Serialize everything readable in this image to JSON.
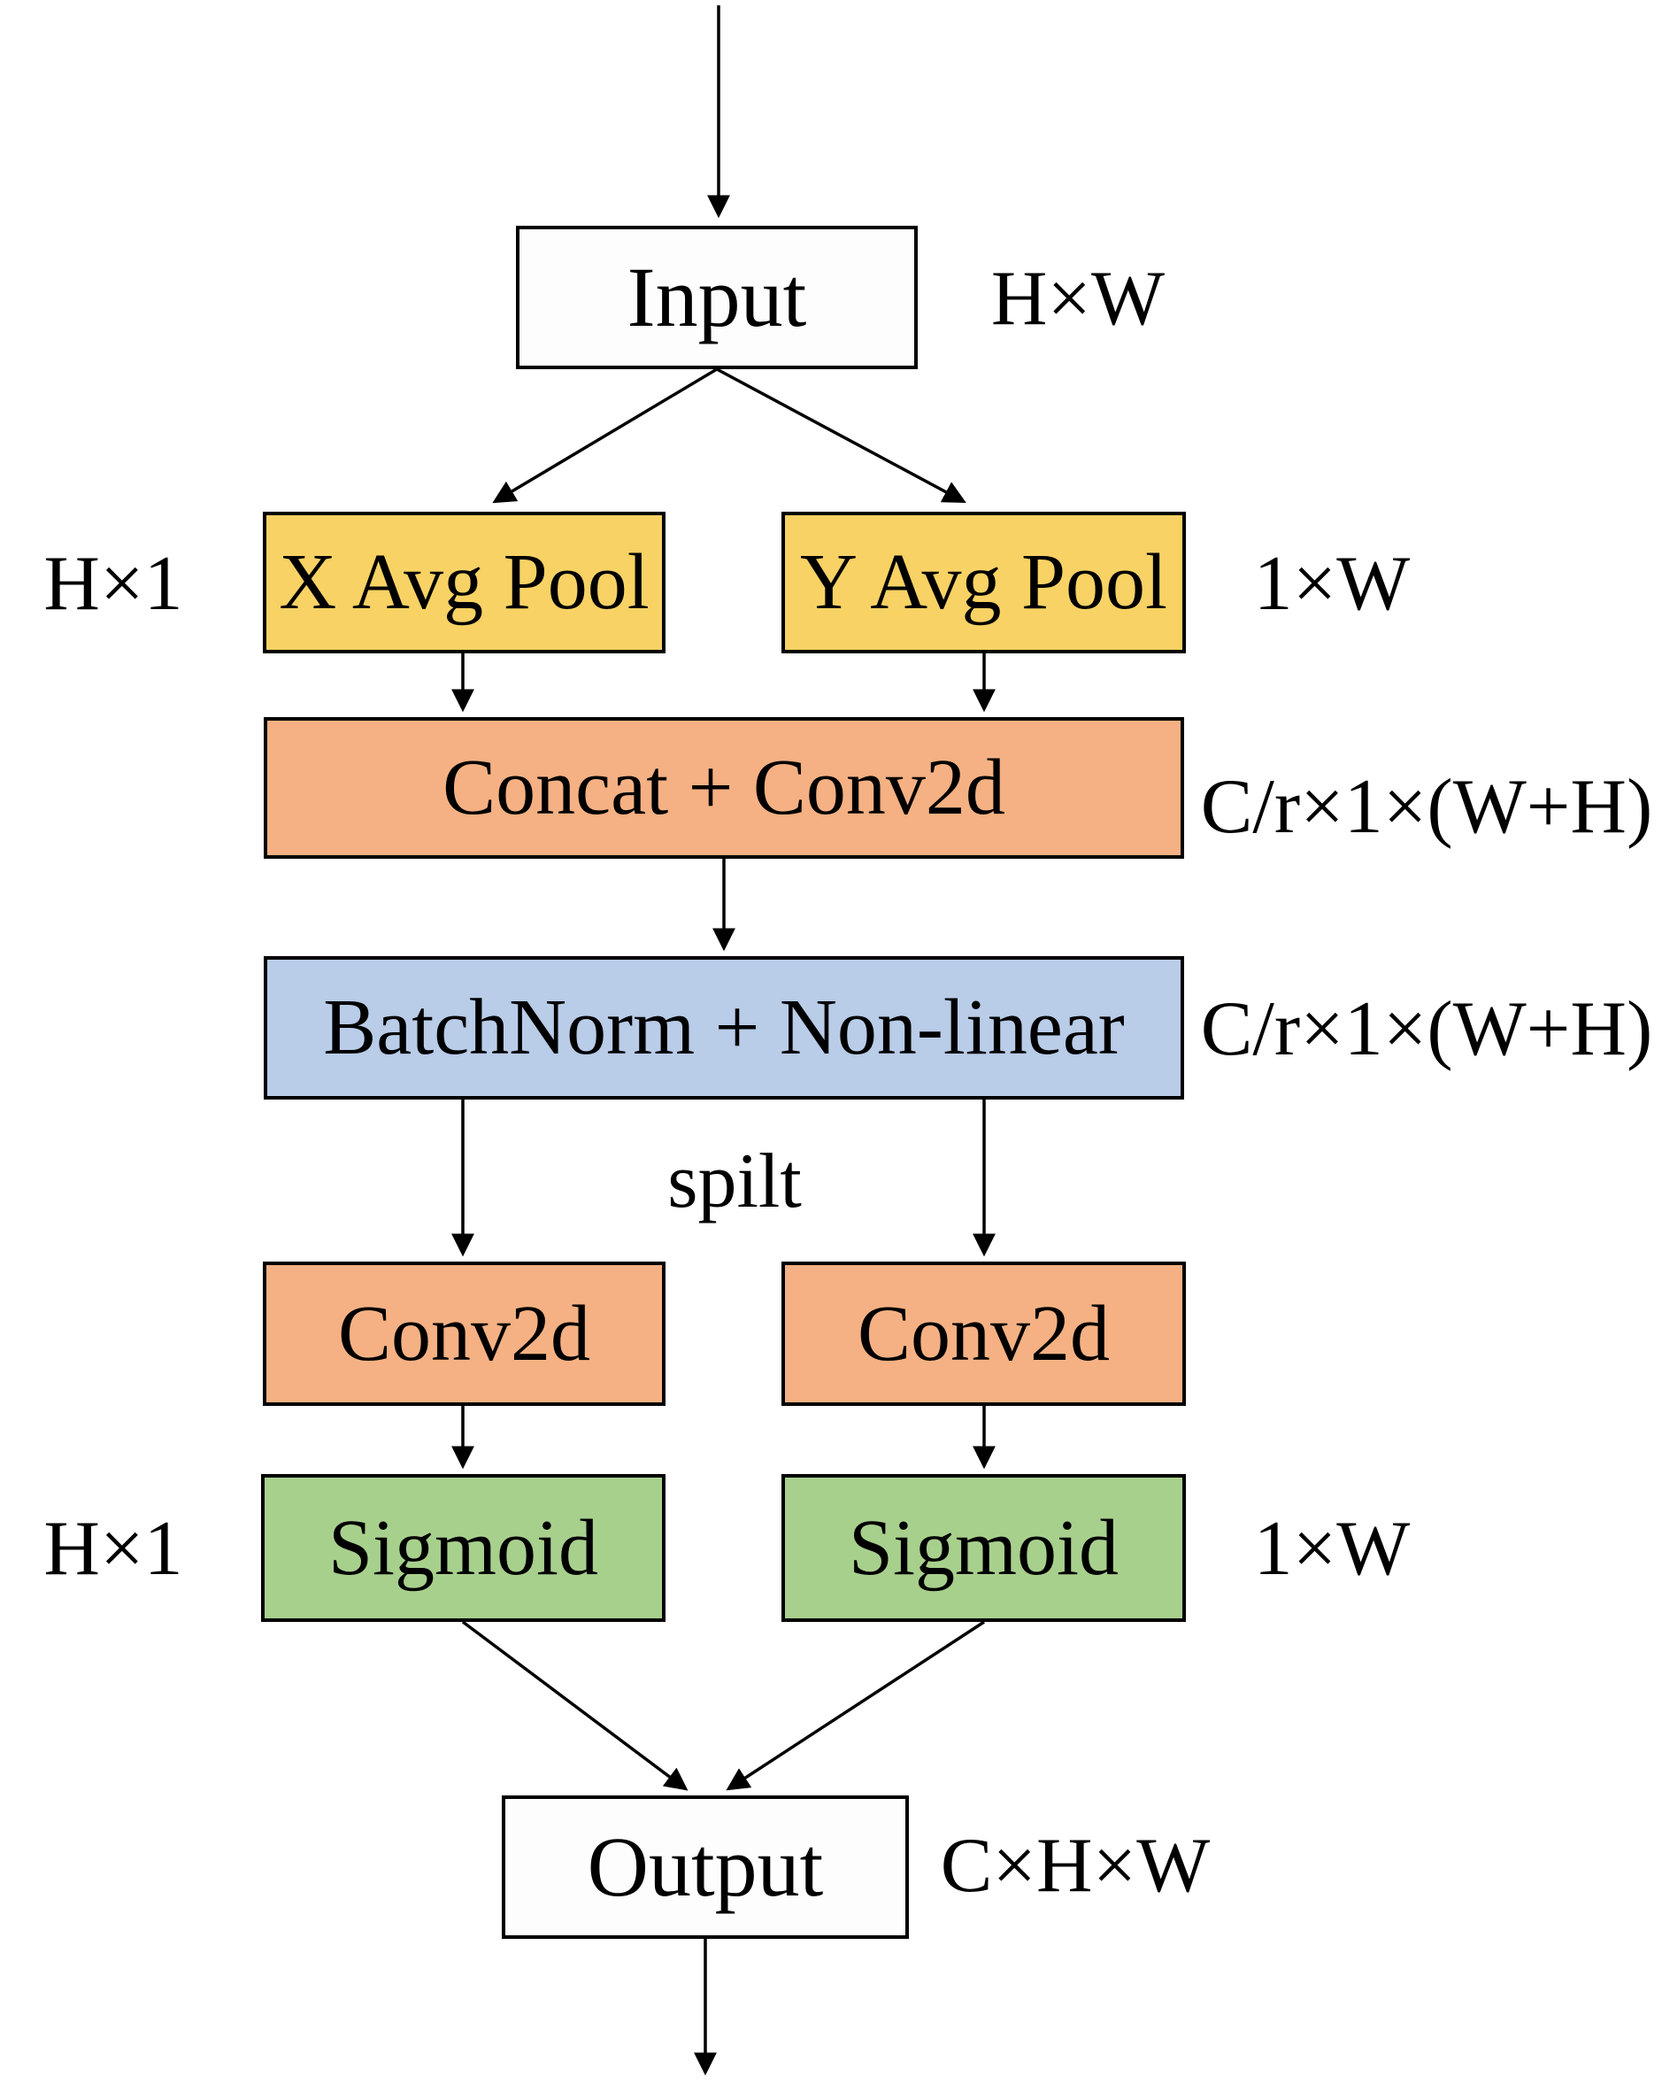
{
  "figure": {
    "type": "flow-diagram",
    "nodes": {
      "input": {
        "label": "Input",
        "annotation": "H×W"
      },
      "x_avg_pool": {
        "label": "X Avg Pool",
        "annotation": "H×1"
      },
      "y_avg_pool": {
        "label": "Y Avg Pool",
        "annotation": "1×W"
      },
      "concat_conv": {
        "label": "Concat + Conv2d",
        "annotation": "C/r×1×(W+H)"
      },
      "batchnorm": {
        "label": "BatchNorm + Non-linear",
        "annotation": "C/r×1×(W+H)"
      },
      "conv_left": {
        "label": "Conv2d"
      },
      "conv_right": {
        "label": "Conv2d"
      },
      "sigmoid_left": {
        "label": "Sigmoid",
        "annotation": "H×1"
      },
      "sigmoid_right": {
        "label": "Sigmoid",
        "annotation": "1×W"
      },
      "output": {
        "label": "Output",
        "annotation": "C×H×W"
      }
    },
    "edge_labels": {
      "split": "spilt"
    },
    "colors": {
      "pool_fill": "#F8D264",
      "conv_fill": "#F5B183",
      "norm_fill": "#B9CCE8",
      "activation_fill": "#A8D08D",
      "io_fill": "#FDFDFD",
      "stroke": "#000000"
    }
  }
}
